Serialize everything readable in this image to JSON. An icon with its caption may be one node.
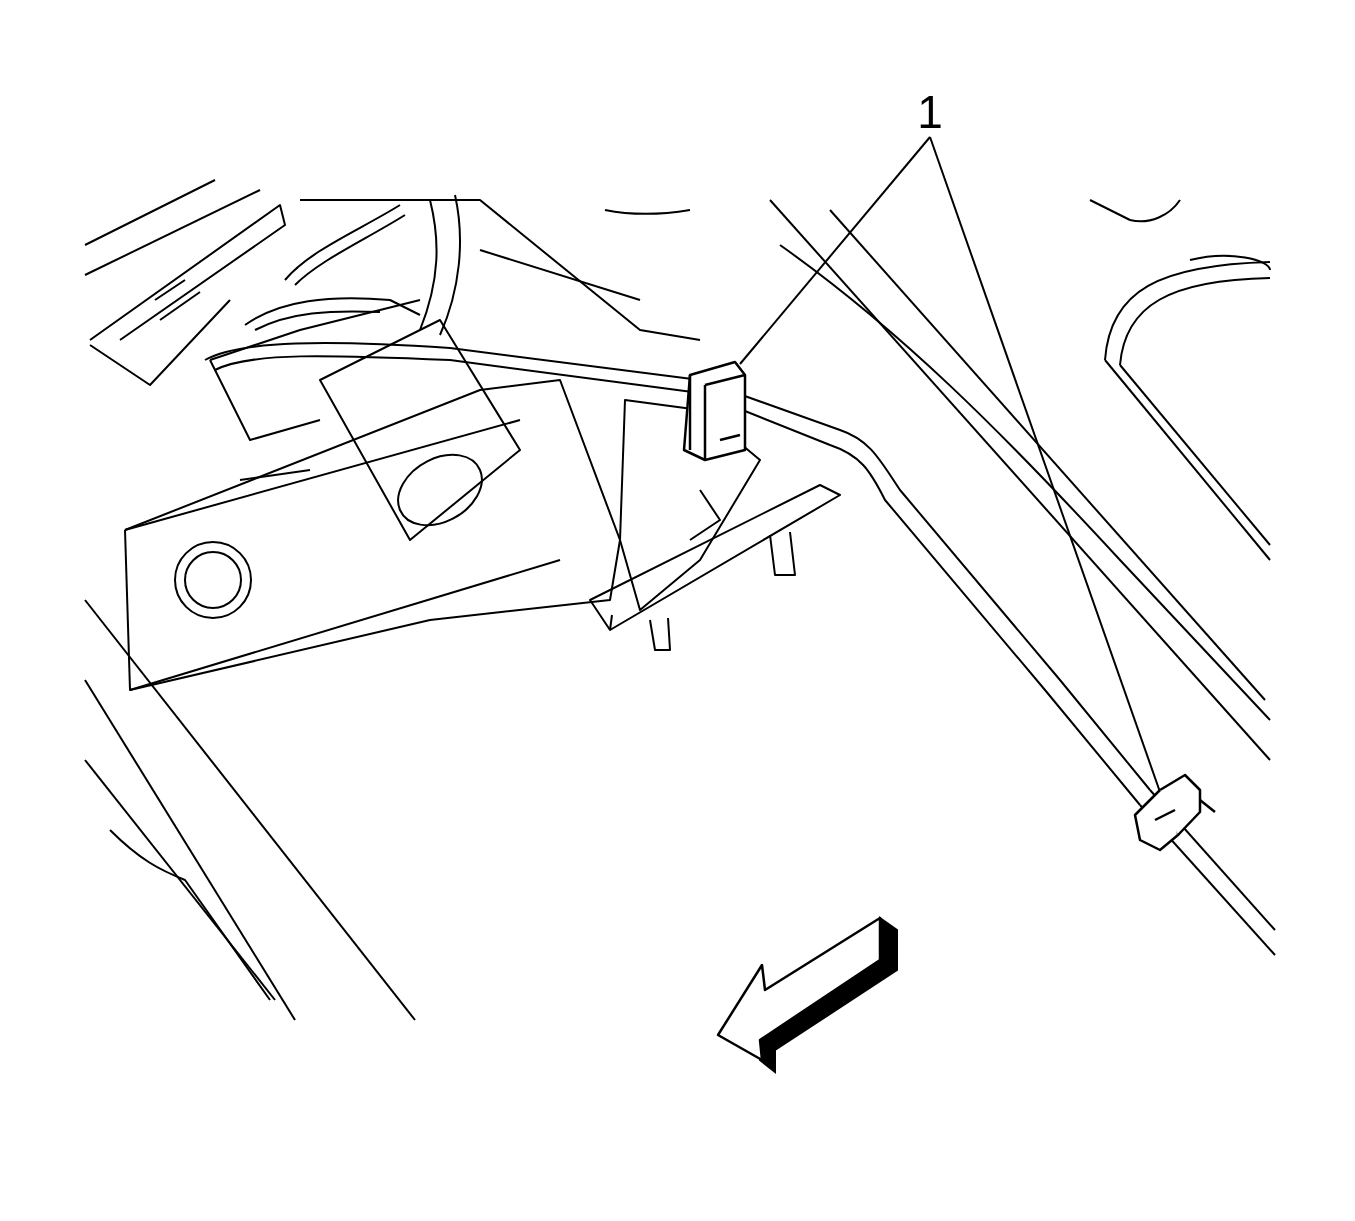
{
  "diagram": {
    "nodes": [
      {
        "text": [
          "1"
        ]
      },
      {
        "text": [],
        "shape": "picture"
      },
      {
        "text": [],
        "shape": "picture"
      }
    ],
    "edges": [
      {
        "from": 0,
        "to": 1,
        "arrow": "none"
      },
      {
        "from": 0,
        "to": 2,
        "arrow": "none"
      }
    ]
  }
}
